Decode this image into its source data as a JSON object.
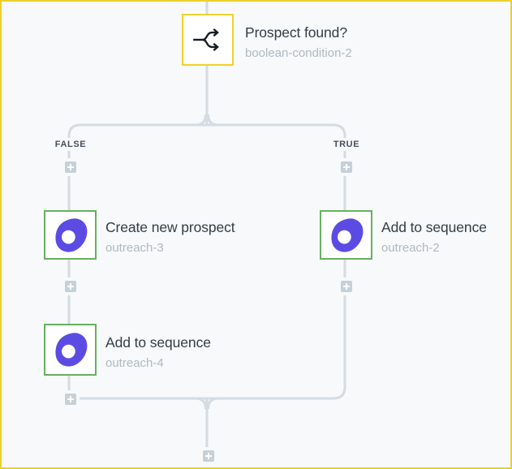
{
  "page": {
    "background": "#f7f9fa",
    "frame_border_color": "#ecd02b",
    "connector_color": "#d4dce2"
  },
  "condition_node": {
    "title": "Prospect found?",
    "subtitle": "boolean-condition-2",
    "border_color": "#f0d12f",
    "icon": "branch-icon"
  },
  "branch_labels": {
    "false_label": "FALSE",
    "true_label": "TRUE"
  },
  "false_branch": {
    "nodes": [
      {
        "title": "Create new prospect",
        "subtitle": "outreach-3",
        "border_color": "#65b15e",
        "icon": "outreach-icon"
      },
      {
        "title": "Add to sequence",
        "subtitle": "outreach-4",
        "border_color": "#65b15e",
        "icon": "outreach-icon"
      }
    ]
  },
  "true_branch": {
    "nodes": [
      {
        "title": "Add to sequence",
        "subtitle": "outreach-2",
        "border_color": "#65b15e",
        "icon": "outreach-icon"
      }
    ]
  },
  "plus_button": {
    "icon": "plus-icon",
    "background": "#c6d0d8"
  },
  "brand": {
    "outreach_purple": "#5c4be3",
    "icon_ink": "#181d22"
  }
}
